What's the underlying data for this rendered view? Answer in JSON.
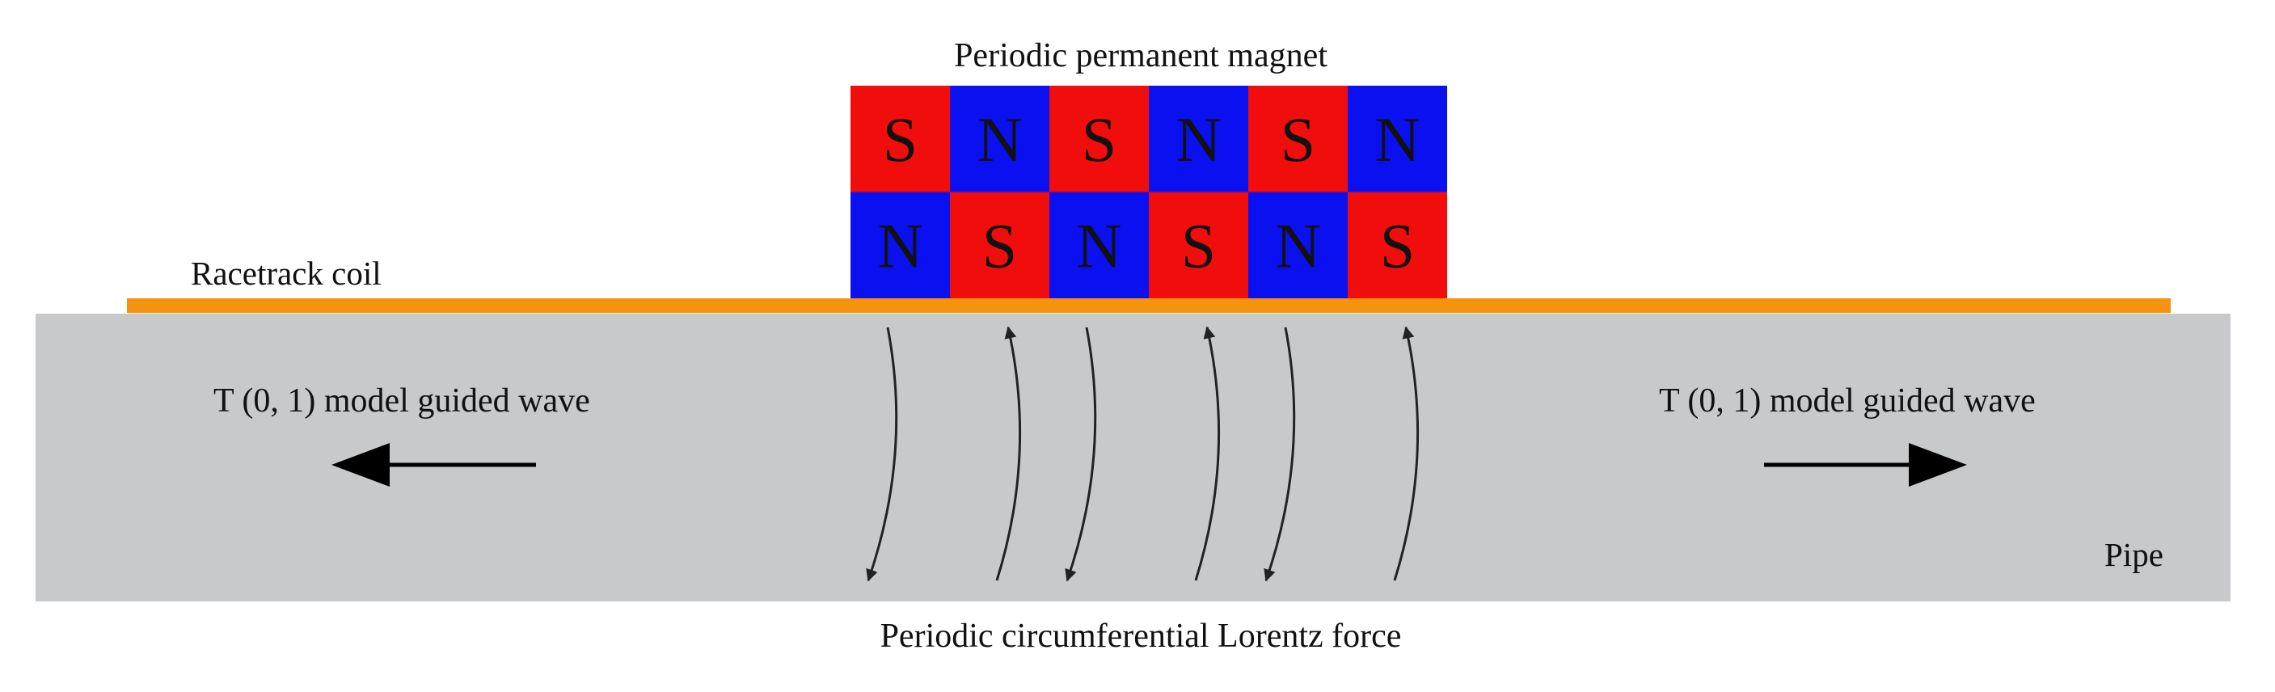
{
  "labels": {
    "magnet_title": "Periodic permanent magnet",
    "coil": "Racetrack coil",
    "wave_left": "T (0, 1)  model guided wave",
    "wave_right": "T (0, 1) model guided wave",
    "pipe": "Pipe",
    "force": "Periodic circumferential Lorentz force"
  },
  "magnet": {
    "top_row": [
      "S",
      "N",
      "S",
      "N",
      "S",
      "N"
    ],
    "bottom_row": [
      "N",
      "S",
      "N",
      "S",
      "N",
      "S"
    ]
  },
  "colors": {
    "pipe": "#c8c9cb",
    "coil": "#f5930f",
    "pole_S": "#f20d0d",
    "pole_N": "#0b10f0",
    "arrow": "#000000",
    "force_line": "#222222"
  },
  "force_arrows": {
    "count": 6,
    "directions": [
      "down",
      "up",
      "down",
      "up",
      "down",
      "up"
    ]
  }
}
